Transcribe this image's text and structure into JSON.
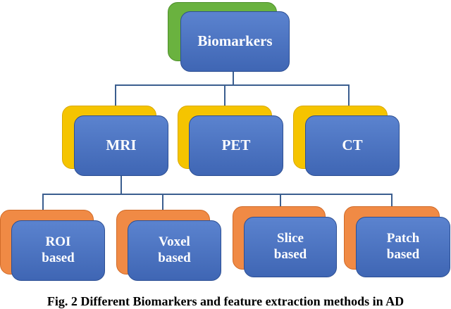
{
  "root": {
    "label": "Biomarkers"
  },
  "modalities": [
    {
      "label": "MRI"
    },
    {
      "label": "PET"
    },
    {
      "label": "CT"
    }
  ],
  "methods": [
    {
      "label": "ROI\nbased"
    },
    {
      "label": "Voxel\nbased"
    },
    {
      "label": "Slice\nbased"
    },
    {
      "label": "Patch\nbased"
    }
  ],
  "caption": "Fig. 2 Different Biomarkers and feature extraction methods in AD",
  "colors": {
    "node_fill": "#4a72c2",
    "root_shadow": "#6ab23f",
    "modality_shadow": "#f5c400",
    "method_shadow": "#f08a45",
    "connector": "#3b5e8f"
  }
}
